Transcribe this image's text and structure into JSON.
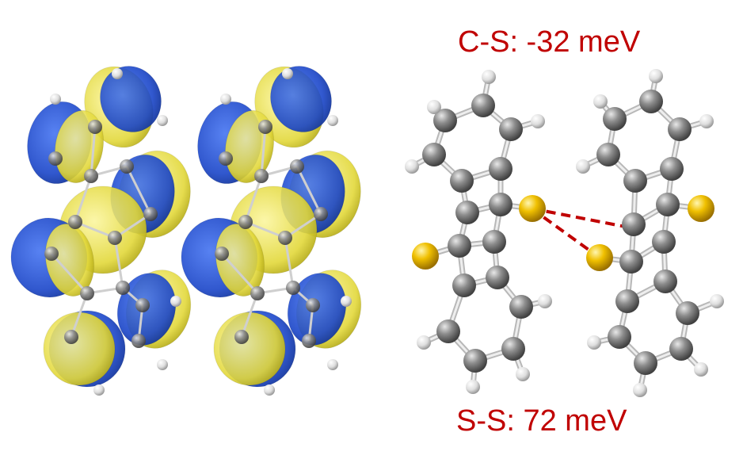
{
  "labels": {
    "top": "C-S: -32 meV",
    "bottom": "S-S: 72 meV"
  },
  "colors": {
    "carbon": "#8a8a8a",
    "hydrogen": "#f2f2f2",
    "sulfur": "#e6b800",
    "orbital_positive": "#1f4fd0",
    "orbital_negative": "#d9d12a",
    "interaction_line": "#c00000",
    "label_text": "#c00000"
  },
  "figure": {
    "left_panel": "molecular orbital isosurface of stacked dimer",
    "right_panel": "ball-and-stick dimer with C-S and S-S contacts",
    "atoms": [
      "carbon",
      "hydrogen",
      "sulfur"
    ]
  }
}
